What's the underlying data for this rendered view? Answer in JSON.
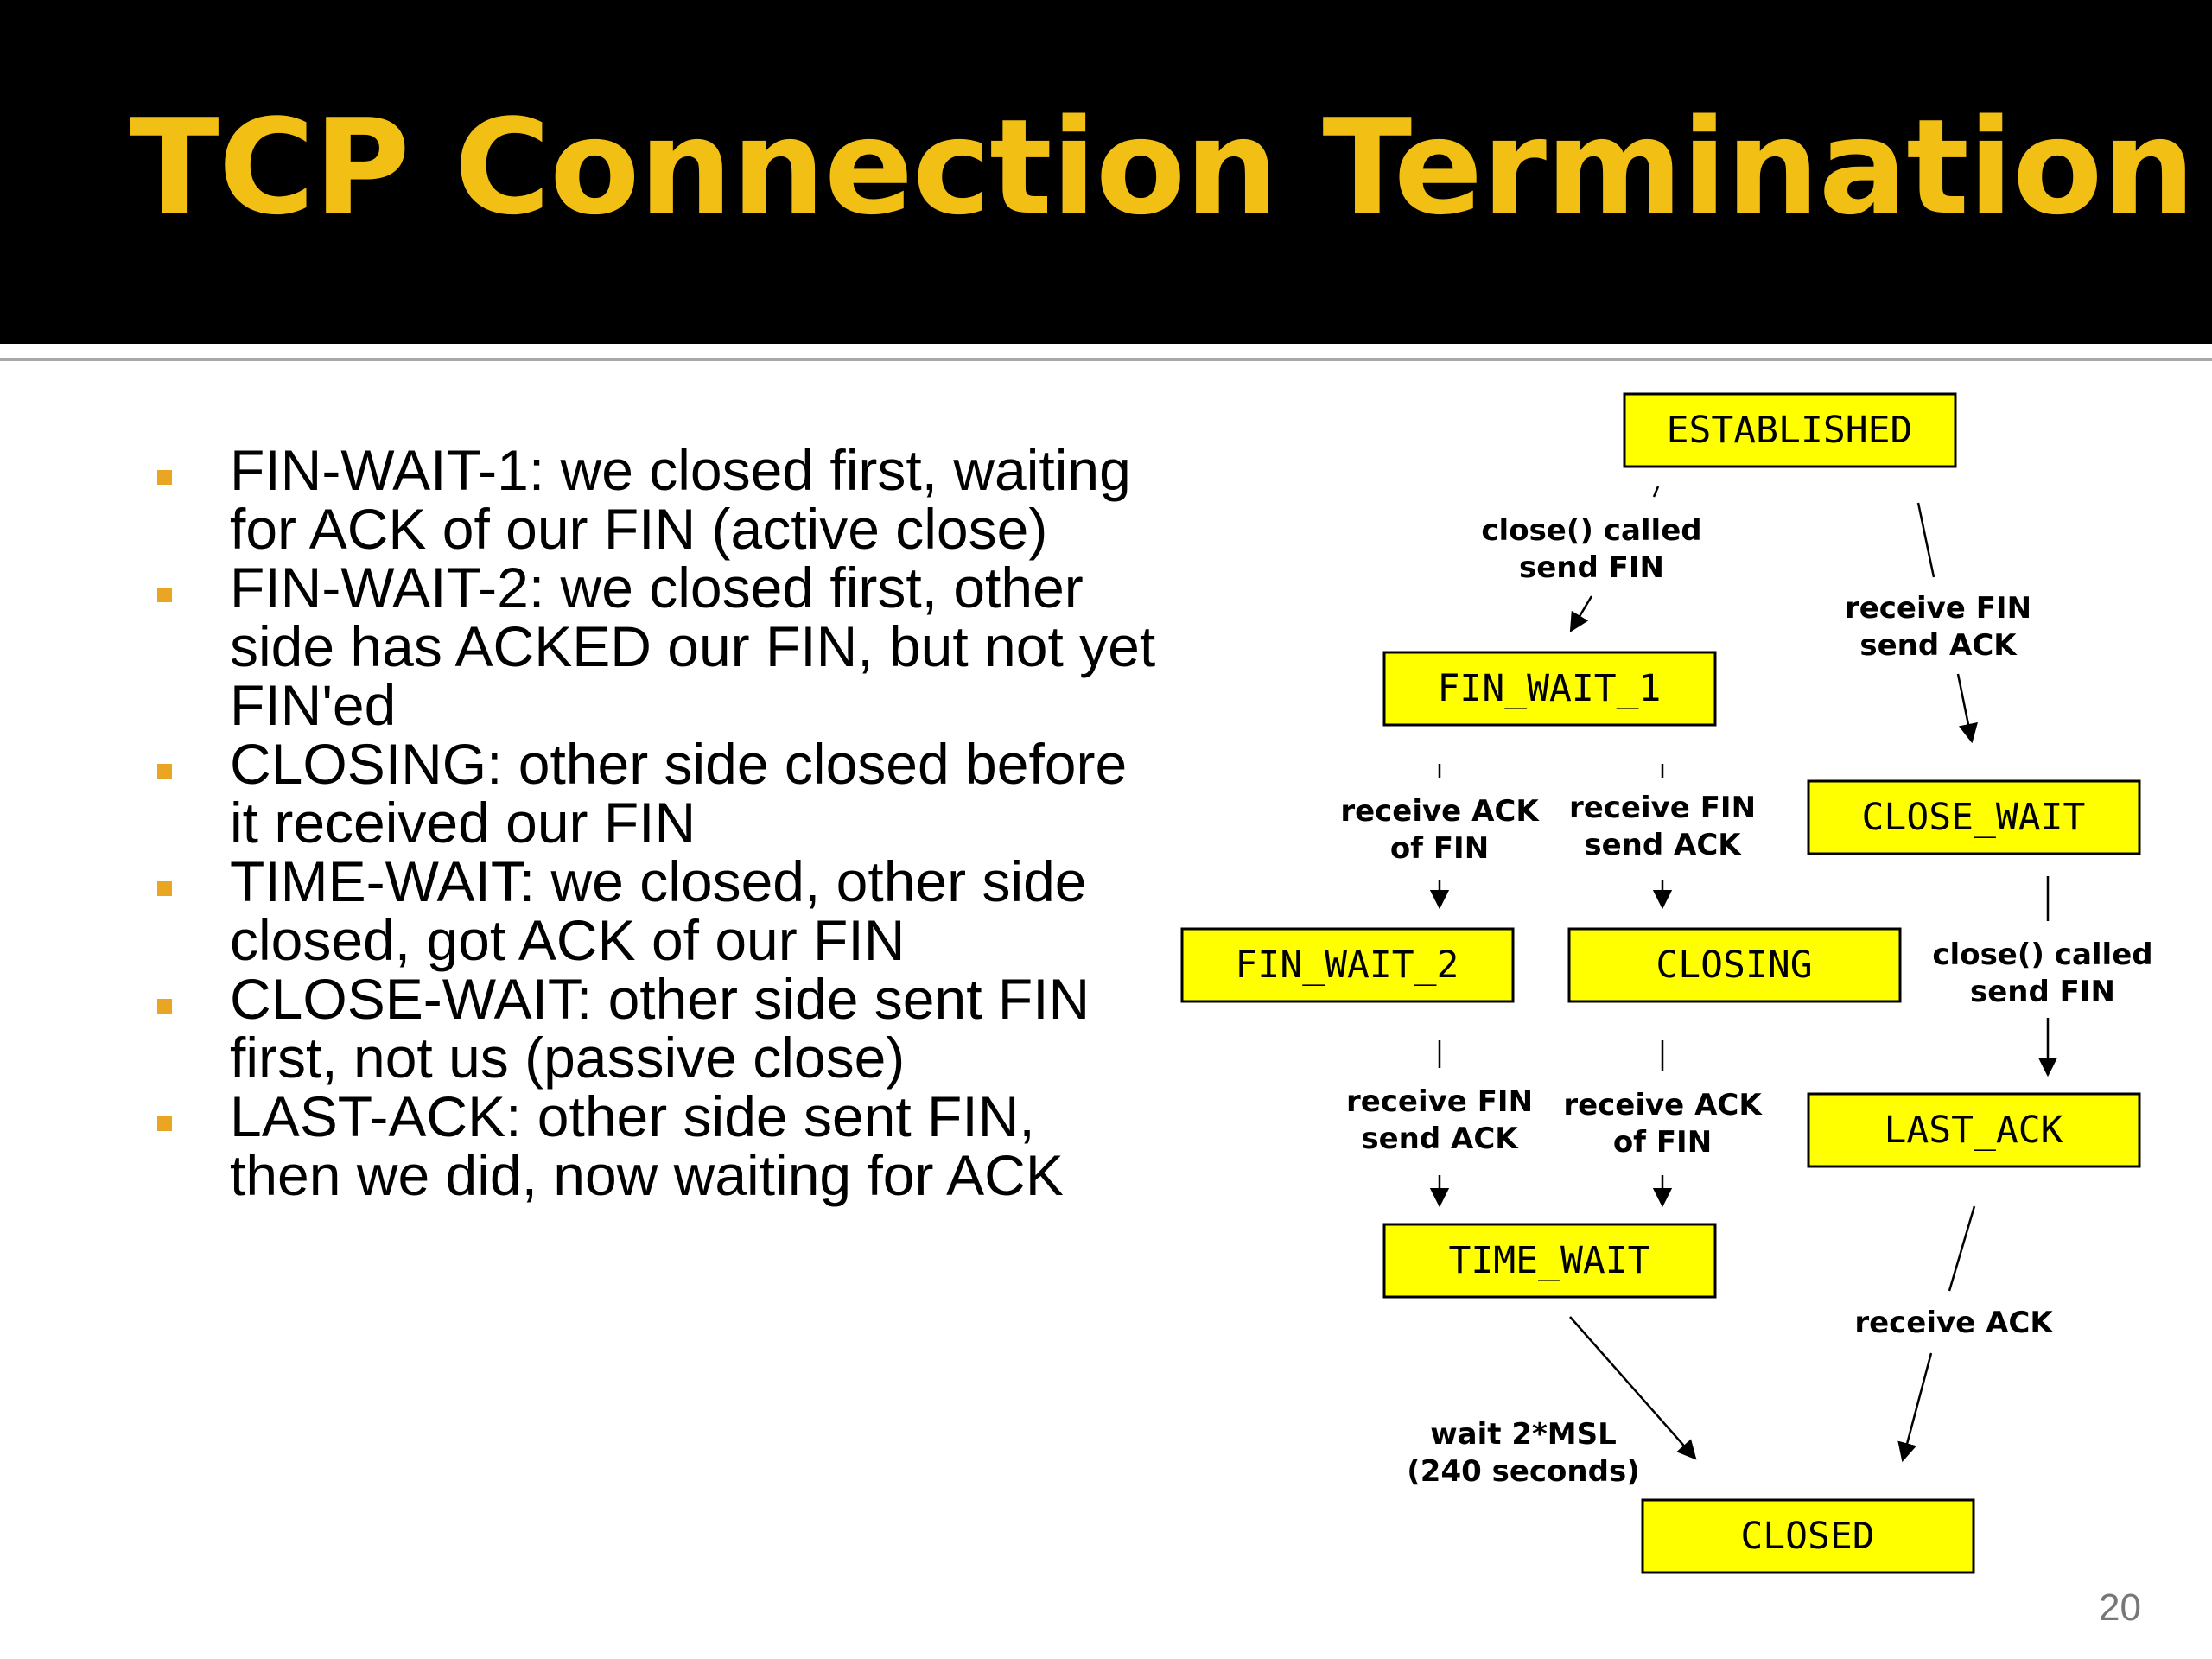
{
  "slide": {
    "title": "TCP Connection Termination",
    "page_number": "20"
  },
  "bullets": [
    "FIN-WAIT-1: we closed first, waiting for ACK of our FIN (active close)",
    "FIN-WAIT-2: we closed first, other side has ACKED our FIN, but not yet FIN'ed",
    "CLOSING: other side closed before it received our FIN",
    "TIME-WAIT: we closed, other side closed, got ACK of our FIN",
    "CLOSE-WAIT: other side sent FIN first, not us (passive close)",
    "LAST-ACK: other side sent FIN, then we did, now waiting for ACK"
  ],
  "diagram": {
    "states": {
      "established": "ESTABLISHED",
      "fin_wait_1": "FIN_WAIT_1",
      "close_wait": "CLOSE_WAIT",
      "fin_wait_2": "FIN_WAIT_2",
      "closing": "CLOSING",
      "last_ack": "LAST_ACK",
      "time_wait": "TIME_WAIT",
      "closed": "CLOSED"
    },
    "transitions": {
      "established_to_fin_wait_1": [
        "close() called",
        "send FIN"
      ],
      "established_to_close_wait": [
        "receive FIN",
        "send ACK"
      ],
      "fin_wait_1_to_fin_wait_2": [
        "receive ACK",
        "of FIN"
      ],
      "fin_wait_1_to_closing": [
        "receive FIN",
        "send ACK"
      ],
      "close_wait_to_last_ack": [
        "close() called",
        "send FIN"
      ],
      "fin_wait_2_to_time_wait": [
        "receive FIN",
        "send ACK"
      ],
      "closing_to_time_wait": [
        "receive ACK",
        "of FIN"
      ],
      "last_ack_to_closed": [
        "receive ACK"
      ],
      "time_wait_to_closed": [
        "wait 2*MSL",
        "(240 seconds)"
      ]
    }
  },
  "colors": {
    "title_bar": "#000000",
    "title_text": "#f2bf14",
    "bullet_marker": "#e8a623",
    "state_fill": "#ffff00",
    "state_border": "#000000"
  }
}
